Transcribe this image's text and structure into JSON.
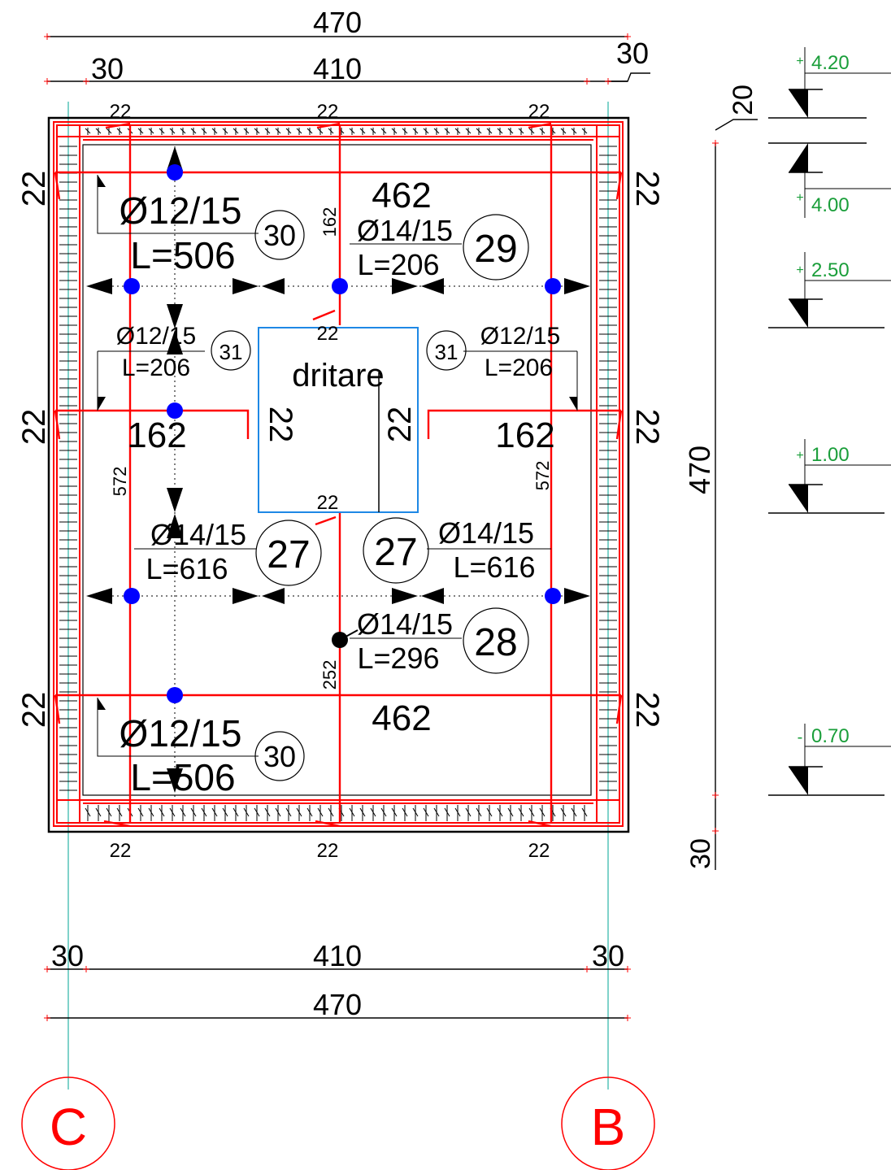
{
  "colors": {
    "rebar": "#ff0000",
    "outline": "#000000",
    "grid_line": "#2bb3a6",
    "opening": "#1e88e5",
    "support_dot": "#0000ff",
    "level_text": "#1a9e3a"
  },
  "dimensions": {
    "top_total": "470",
    "top_left": "30",
    "top_mid": "410",
    "top_right": "30",
    "bottom_left": "30",
    "bottom_mid": "410",
    "bottom_right": "30",
    "bottom_total": "470",
    "right_height": "470",
    "right_top": "20",
    "right_bottom": "30"
  },
  "labels": {
    "edge_22": "22",
    "len_462": "462",
    "len_162": "162",
    "len_572": "572",
    "len_252": "252"
  },
  "opening": {
    "label": "dritare"
  },
  "bars": [
    {
      "mark": "30",
      "spec": "Ø12/15",
      "length": "L=506"
    },
    {
      "mark": "29",
      "spec": "Ø14/15",
      "length": "L=206"
    },
    {
      "mark": "31",
      "spec": "Ø12/15",
      "length": "L=206"
    },
    {
      "mark": "31",
      "spec": "Ø12/15",
      "length": "L=206"
    },
    {
      "mark": "27",
      "spec": "Ø14/15",
      "length": "L=616"
    },
    {
      "mark": "27",
      "spec": "Ø14/15",
      "length": "L=616"
    },
    {
      "mark": "28",
      "spec": "Ø14/15",
      "length": "L=296"
    },
    {
      "mark": "30",
      "spec": "Ø12/15",
      "length": "L=506"
    }
  ],
  "levels": [
    {
      "sign": "+",
      "value": "4.20"
    },
    {
      "sign": "+",
      "value": "4.00"
    },
    {
      "sign": "+",
      "value": "2.50"
    },
    {
      "sign": "+",
      "value": "1.00"
    },
    {
      "sign": "-",
      "value": "0.70"
    }
  ],
  "axes": [
    {
      "label": "C"
    },
    {
      "label": "B"
    }
  ]
}
